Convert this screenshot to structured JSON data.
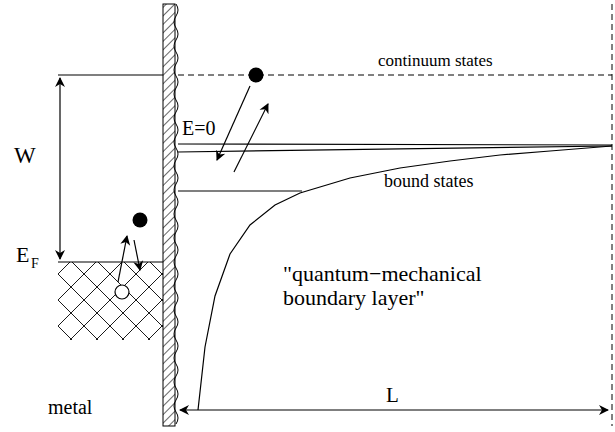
{
  "diagram": {
    "labels": [
      "W",
      "E=0",
      "E",
      "F",
      "continuum states",
      "bound states",
      "\"quantum−mechanical boundary layer\"",
      "metal",
      "L"
    ]
  }
}
